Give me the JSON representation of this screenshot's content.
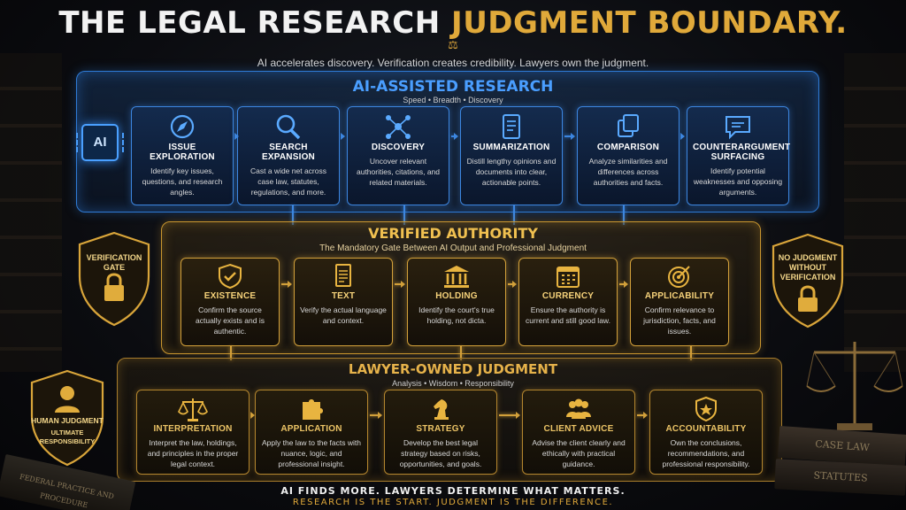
{
  "title": {
    "part1": "THE LEGAL RESEARCH",
    "part2": "JUDGMENT BOUNDARY."
  },
  "subtitle": "AI accelerates discovery. Verification creates credibility. Lawyers own the judgment.",
  "ai_section": {
    "title": "AI-ASSISTED RESEARCH",
    "subtitle": "Speed • Breadth • Discovery",
    "chip_label": "AI",
    "cards": [
      {
        "name": "ISSUE EXPLORATION",
        "desc": "Identify key issues, questions, and research angles.",
        "icon": "compass-icon"
      },
      {
        "name": "SEARCH EXPANSION",
        "desc": "Cast a wide net across case law, statutes, regulations, and more.",
        "icon": "magnifier-icon"
      },
      {
        "name": "DISCOVERY",
        "desc": "Uncover relevant authorities, citations, and related materials.",
        "icon": "network-icon"
      },
      {
        "name": "SUMMARIZATION",
        "desc": "Distill lengthy opinions and documents into clear, actionable points.",
        "icon": "document-icon"
      },
      {
        "name": "COMPARISON",
        "desc": "Analyze similarities and differences across authorities and facts.",
        "icon": "copy-icon"
      },
      {
        "name": "COUNTERARGUMENT SURFACING",
        "desc": "Identify potential weaknesses and opposing arguments.",
        "icon": "chat-icon"
      }
    ]
  },
  "verification_section": {
    "title": "VERIFIED AUTHORITY",
    "subtitle": "The Mandatory Gate Between AI Output and Professional Judgment",
    "gate_left": "VERIFICATION GATE",
    "gate_right": "NO JUDGMENT WITHOUT VERIFICATION",
    "cards": [
      {
        "name": "EXISTENCE",
        "desc": "Confirm the source actually exists and is authentic.",
        "icon": "shield-check-icon"
      },
      {
        "name": "TEXT",
        "desc": "Verify the actual language and context.",
        "icon": "text-document-icon"
      },
      {
        "name": "HOLDING",
        "desc": "Identify the court's true holding, not dicta.",
        "icon": "courthouse-icon"
      },
      {
        "name": "CURRENCY",
        "desc": "Ensure the authority is current and still good law.",
        "icon": "calendar-icon"
      },
      {
        "name": "APPLICABILITY",
        "desc": "Confirm relevance to jurisdiction, facts, and issues.",
        "icon": "target-icon"
      }
    ]
  },
  "judgment_section": {
    "title": "LAWYER-OWNED JUDGMENT",
    "subtitle": "Analysis • Wisdom • Responsibility",
    "human_label1": "HUMAN JUDGMENT",
    "human_label2": "ULTIMATE RESPONSIBILITY",
    "cards": [
      {
        "name": "INTERPRETATION",
        "desc": "Interpret the law, holdings, and principles in the proper legal context.",
        "icon": "scales-icon"
      },
      {
        "name": "APPLICATION",
        "desc": "Apply the law to the facts with nuance, logic, and professional insight.",
        "icon": "puzzle-icon"
      },
      {
        "name": "STRATEGY",
        "desc": "Develop the best legal strategy based on risks, opportunities, and goals.",
        "icon": "chess-knight-icon"
      },
      {
        "name": "CLIENT ADVICE",
        "desc": "Advise the client clearly and ethically with practical guidance.",
        "icon": "people-icon"
      },
      {
        "name": "ACCOUNTABILITY",
        "desc": "Own the conclusions, recommendations, and professional responsibility.",
        "icon": "badge-icon"
      }
    ]
  },
  "books": {
    "b1": "CASE LAW",
    "b2": "STATUTES",
    "b3": "FEDERAL PRACTICE AND PROCEDURE"
  },
  "footer": {
    "line1": "AI FINDS MORE. LAWYERS DETERMINE WHAT MATTERS.",
    "line2": "RESEARCH IS THE START. JUDGMENT IS THE DIFFERENCE."
  },
  "colors": {
    "blue": "#3c86e0",
    "gold": "#d2a03a",
    "title_gold": "#e0a93a"
  }
}
